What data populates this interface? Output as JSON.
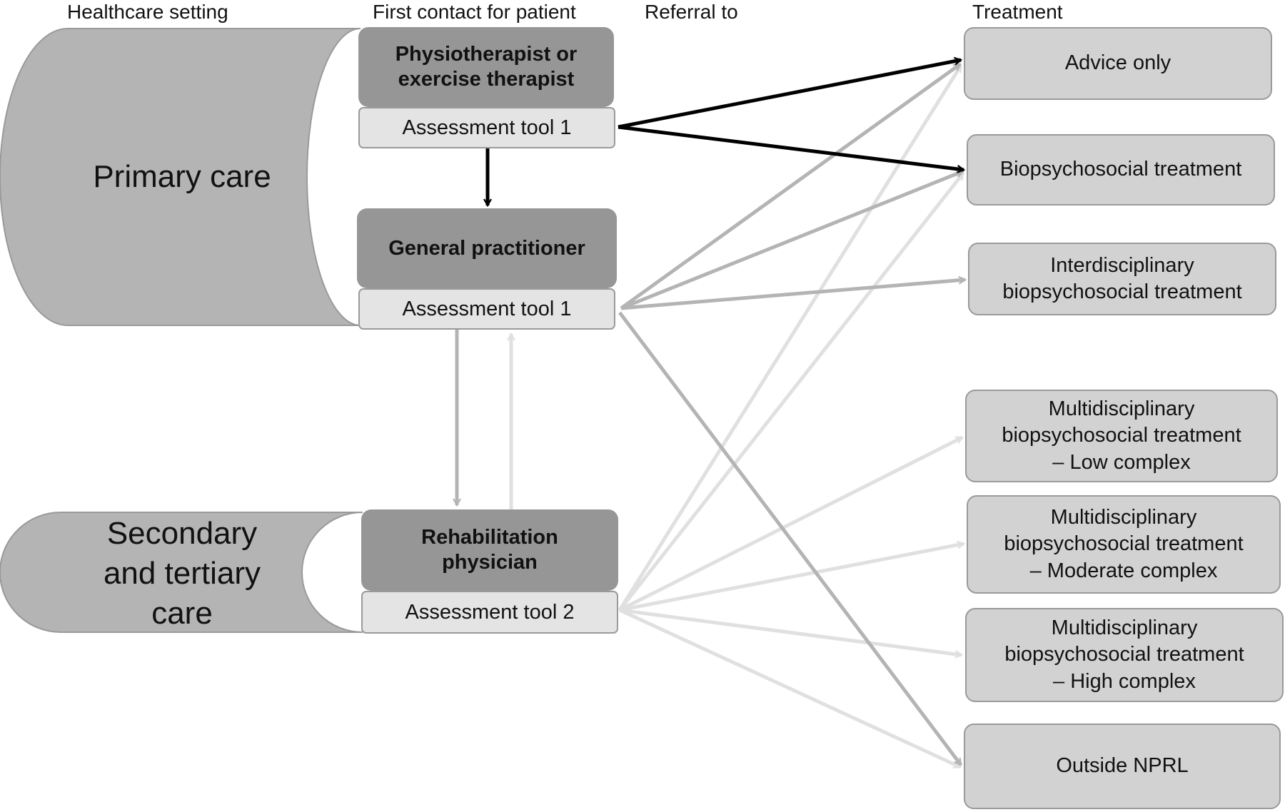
{
  "headers": {
    "setting": "Healthcare setting",
    "first_contact": "First contact for patient",
    "referral": "Referral to",
    "treatment": "Treatment"
  },
  "settings": {
    "primary": "Primary care",
    "secondary": "Secondary\nand tertiary\ncare"
  },
  "roles": {
    "physio": "Physiotherapist or\nexercise therapist",
    "gp": "General practitioner",
    "rehab": "Rehabilitation\nphysician"
  },
  "tools": {
    "physio": "Assessment tool 1",
    "gp": "Assessment tool 1",
    "rehab": "Assessment tool 2"
  },
  "treatments": [
    "Advice only",
    "Biopsychosocial treatment",
    "Interdisciplinary\nbiopsychosocial treatment",
    "Multidisciplinary\nbiopsychosocial treatment\n– Low complex",
    "Multidisciplinary\nbiopsychosocial treatment\n– Moderate complex",
    "Multidisciplinary\nbiopsychosocial treatment\n– High complex",
    "Outside NPRL"
  ],
  "colors": {
    "background": "#ffffff",
    "setting_fill": "#b4b4b4",
    "role_fill": "#969696",
    "tool_fill": "#e4e4e4",
    "treatment_fill": "#d2d2d2",
    "border": "#9a9a9a",
    "arrow_physio": "#000000",
    "arrow_gp": "#b4b4b4",
    "arrow_rehab": "#e0e0e0"
  }
}
